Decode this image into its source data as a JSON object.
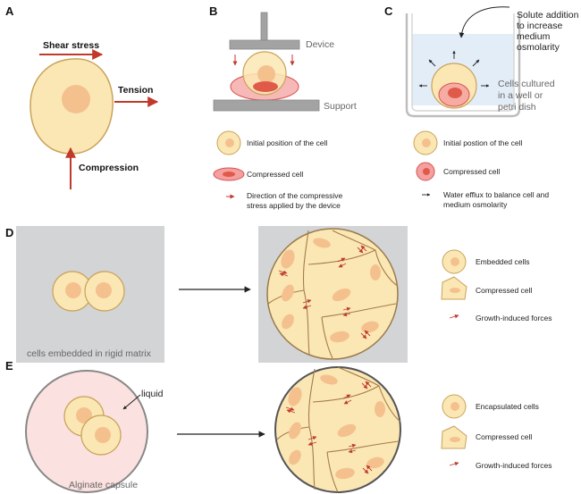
{
  "panels": {
    "a": {
      "letter": "A",
      "shear": "Shear stress",
      "tension": "Tension",
      "compression": "Compression"
    },
    "b": {
      "letter": "B",
      "device": "Device",
      "support": "Support",
      "legend": {
        "initial": "Initial position of the  cell",
        "compressed": "Compressed cell",
        "direction_line1": "Direction of the compressive",
        "direction_line2": "stress applied by the device"
      }
    },
    "c": {
      "letter": "C",
      "solute_line1": "Solute addition",
      "solute_line2": "to increase",
      "solute_line3": "medium",
      "solute_line4": "osmolarity",
      "cultured_line1": "Cells cultured",
      "cultured_line2": "in a well or",
      "cultured_line3": "petri dish",
      "legend": {
        "initial": "Initial postion of the  cell",
        "compressed": "Compressed cell",
        "efflux_line1": "Water efflux to balance cell and",
        "efflux_line2": "medium osmolarity"
      }
    },
    "d": {
      "letter": "D",
      "matrix_caption": "cells embedded in rigid matrix",
      "legend": {
        "embedded": "Embedded cells",
        "compressed": "Compressed cell",
        "forces": "Growth-induced forces"
      }
    },
    "e": {
      "letter": "E",
      "liquid": "liquid",
      "capsule": "Alginate capsule",
      "legend": {
        "encapsulated": "Encapsulated cells",
        "compressed": "Compressed cell",
        "forces": "Growth-induced forces"
      }
    }
  },
  "colors": {
    "cell_fill": "#fbe7b4",
    "cell_stroke": "#c9a25a",
    "nucleus": "#f4c18e",
    "compressed_fill": "#f4a0a0",
    "compressed_stroke": "#d9534f",
    "compressed_nucleus": "#e05a4a",
    "arrow_red": "#c0392b",
    "matrix_gray": "#d3d4d6",
    "capsule_pink": "#fbe1df",
    "device_gray": "#a3a3a3"
  }
}
